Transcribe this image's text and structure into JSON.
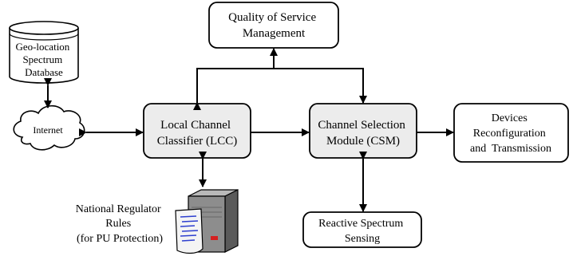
{
  "nodes": {
    "database": {
      "lines": [
        "Geo-location",
        "Spectrum",
        "Database"
      ]
    },
    "internet": {
      "label": "Internet"
    },
    "qos": {
      "lines": [
        "Quality of Service",
        "Management"
      ]
    },
    "lcc": {
      "lines": [
        "Local Channel",
        "Classifier (LCC)"
      ]
    },
    "csm": {
      "lines": [
        "Channel Selection",
        "Module (CSM)"
      ]
    },
    "devices": {
      "lines": [
        "Devices",
        "Reconfiguration",
        "and  Transmission"
      ]
    },
    "regulator": {
      "lines": [
        "National Regulator",
        "Rules",
        "(for PU Protection)"
      ]
    },
    "sensing": {
      "lines": [
        "Reactive Spectrum",
        "Sensing"
      ]
    }
  },
  "colors": {
    "box_fill": "#ececec",
    "plain_fill": "#ffffff",
    "stroke": "#000000",
    "server_accent": "#d42020"
  },
  "icons": {
    "database": "cylinder-database-icon",
    "internet": "cloud-icon",
    "regulator": "server-with-document-icon"
  }
}
